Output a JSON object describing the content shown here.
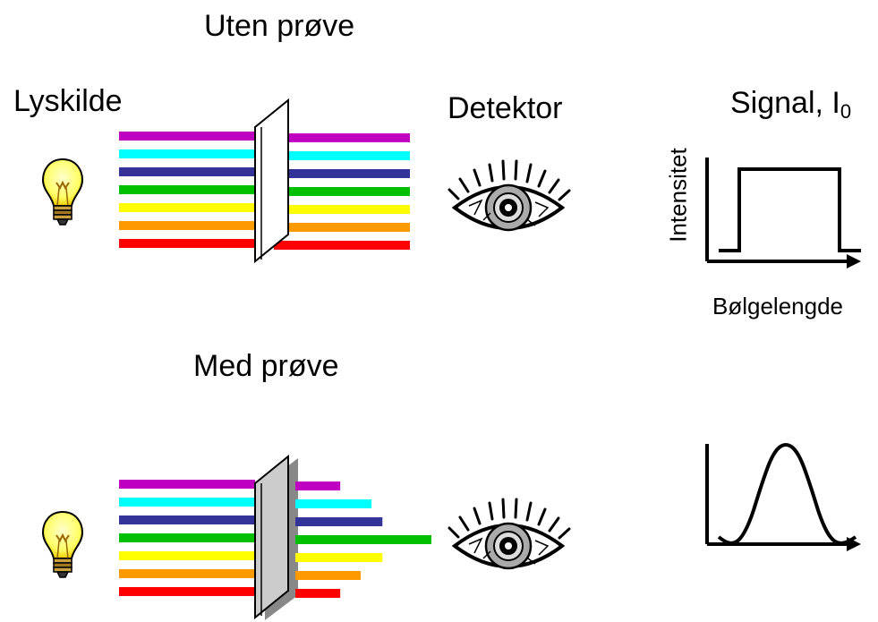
{
  "labels": {
    "title_without_sample": "Uten prøve",
    "light_source": "Lyskilde",
    "detector": "Detektor",
    "signal": "Signal, I",
    "signal_subscript": "0",
    "y_axis": "Intensitet",
    "x_axis": "Bølgelengde",
    "title_with_sample": "Med prøve"
  },
  "beam_colors": [
    "#c000c0",
    "#00ffff",
    "#333399",
    "#00c000",
    "#ffff00",
    "#ff9900",
    "#ff0000"
  ],
  "transmission_with_sample": [
    0.33,
    0.56,
    0.64,
    1.0,
    0.64,
    0.48,
    0.33
  ],
  "icons": {
    "source": "lightbulb-icon",
    "detector": "eye-icon"
  }
}
